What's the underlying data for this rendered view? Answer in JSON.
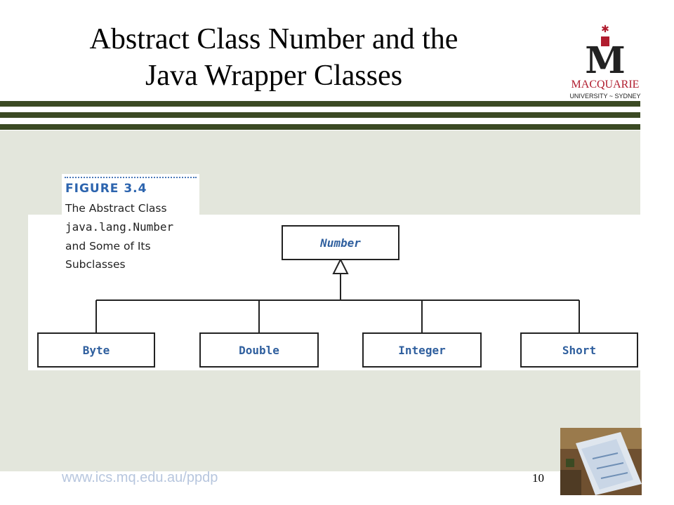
{
  "slide": {
    "title_line1": "Abstract Class Number and the",
    "title_line2": "Java Wrapper Classes",
    "footer_url": "www.ics.mq.edu.au/ppdp",
    "page_number": "10"
  },
  "logo": {
    "letter": "M",
    "name": "MACQUARIE",
    "subtitle": "UNIVERSITY ~ SYDNEY"
  },
  "figure": {
    "label": "FIGURE 3.4",
    "caption_lines": [
      "The Abstract Class",
      "java.lang.Number",
      "and Some of Its",
      "Subclasses"
    ]
  },
  "diagram": {
    "parent": "Number",
    "children": [
      "Byte",
      "Double",
      "Integer",
      "Short"
    ]
  },
  "colors": {
    "accent_bar": "#3b4a23",
    "content_background": "#e3e6dc",
    "class_name_text": "#2f5f9e",
    "logo_red": "#b01c2e"
  }
}
